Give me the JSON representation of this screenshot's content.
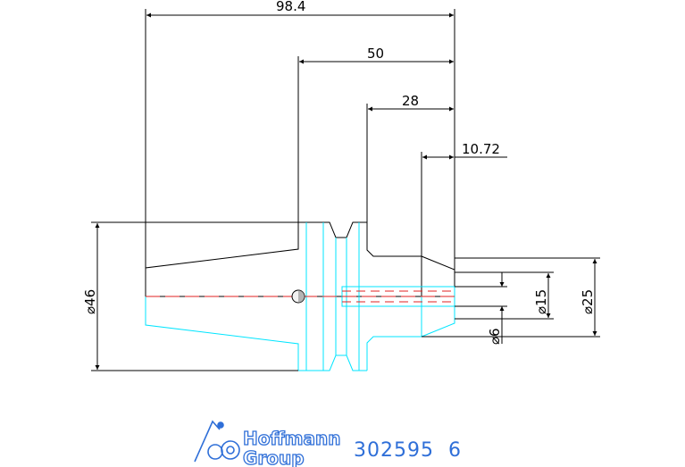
{
  "dimensions": {
    "overall_length": "98.4",
    "taper_gauge_length": "50",
    "flange_to_end": "28",
    "pilot_length": "10.72",
    "dia_flange": "⌀46",
    "dia_bore": "⌀15",
    "dia_nose": "⌀25",
    "dia_small": "⌀6"
  },
  "logo": {
    "line1": "Hoffmann",
    "line2": "Group"
  },
  "part_number": "302595  6",
  "colors": {
    "outline": "#000000",
    "mirror_outline": "#00e5ff",
    "centerline": "#e02020",
    "brand_blue": "#2f6fd8"
  }
}
